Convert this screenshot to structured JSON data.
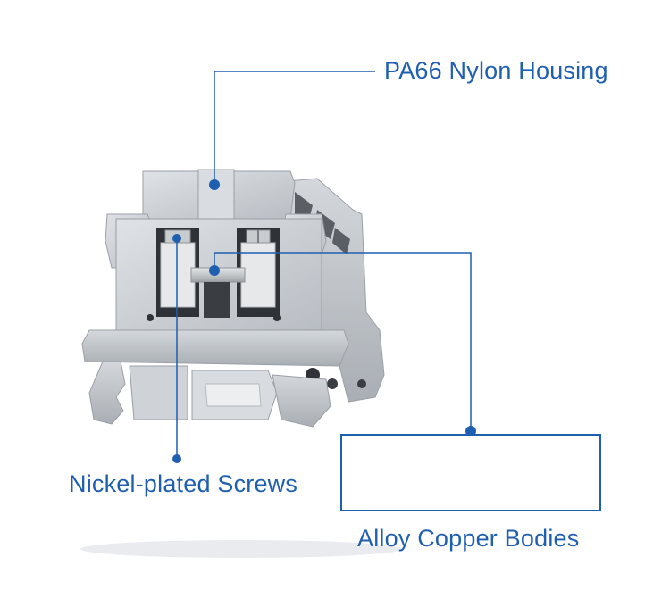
{
  "labels": {
    "housing": "PA66 Nylon Housing",
    "screws": "Nickel-plated Screws",
    "bodies": "Alloy Copper Bodies"
  },
  "colors": {
    "accent": "#1f5fb0",
    "housing_gray": "#cfd3d8",
    "metal": "#bfc3c6"
  }
}
